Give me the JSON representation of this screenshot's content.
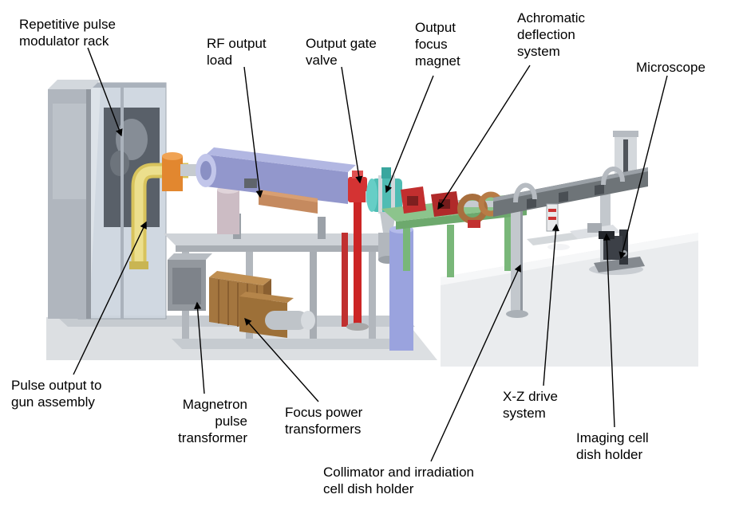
{
  "labels": {
    "modulator_rack": "Repetitive pulse\nmodulator rack",
    "rf_output_load": "RF output\nload",
    "output_gate_valve": "Output gate\nvalve",
    "output_focus_magnet": "Output\nfocus\nmagnet",
    "achromatic_deflection_system": "Achromatic\ndeflection\nsystem",
    "microscope": "Microscope",
    "pulse_output_gun_assembly": "Pulse output to\ngun assembly",
    "magnetron_pulse_transformer": "Magnetron\npulse\ntransformer",
    "focus_power_transformers": "Focus power\ntransformers",
    "collimator_irradiation_dish_holder": "Collimator and irradiation\ncell dish holder",
    "xz_drive_system": "X-Z drive\nsystem",
    "imaging_cell_dish_holder": "Imaging cell\ndish holder"
  },
  "illustration": {
    "colors": {
      "label_text": "#000000",
      "leader_line": "#000000",
      "rack_gray": "#b0b6be",
      "glass_panel": "#cdd5df",
      "waveguide_yellow": "#e7d77b",
      "orange_component": "#e2872f",
      "accelerator_lavender": "#9297cc",
      "copper": "#c58a5f",
      "valve_red": "#cc2525",
      "magnet_teal": "#4fbcb3",
      "bench_green": "#8cc48c",
      "dipole_red": "#c22f2f",
      "pillar_blue": "#9aa3de",
      "steel": "#c3c8cd",
      "arm_gray": "#6e7478",
      "transformer_brown": "#a4763f",
      "table_white": "#eaecee"
    }
  }
}
